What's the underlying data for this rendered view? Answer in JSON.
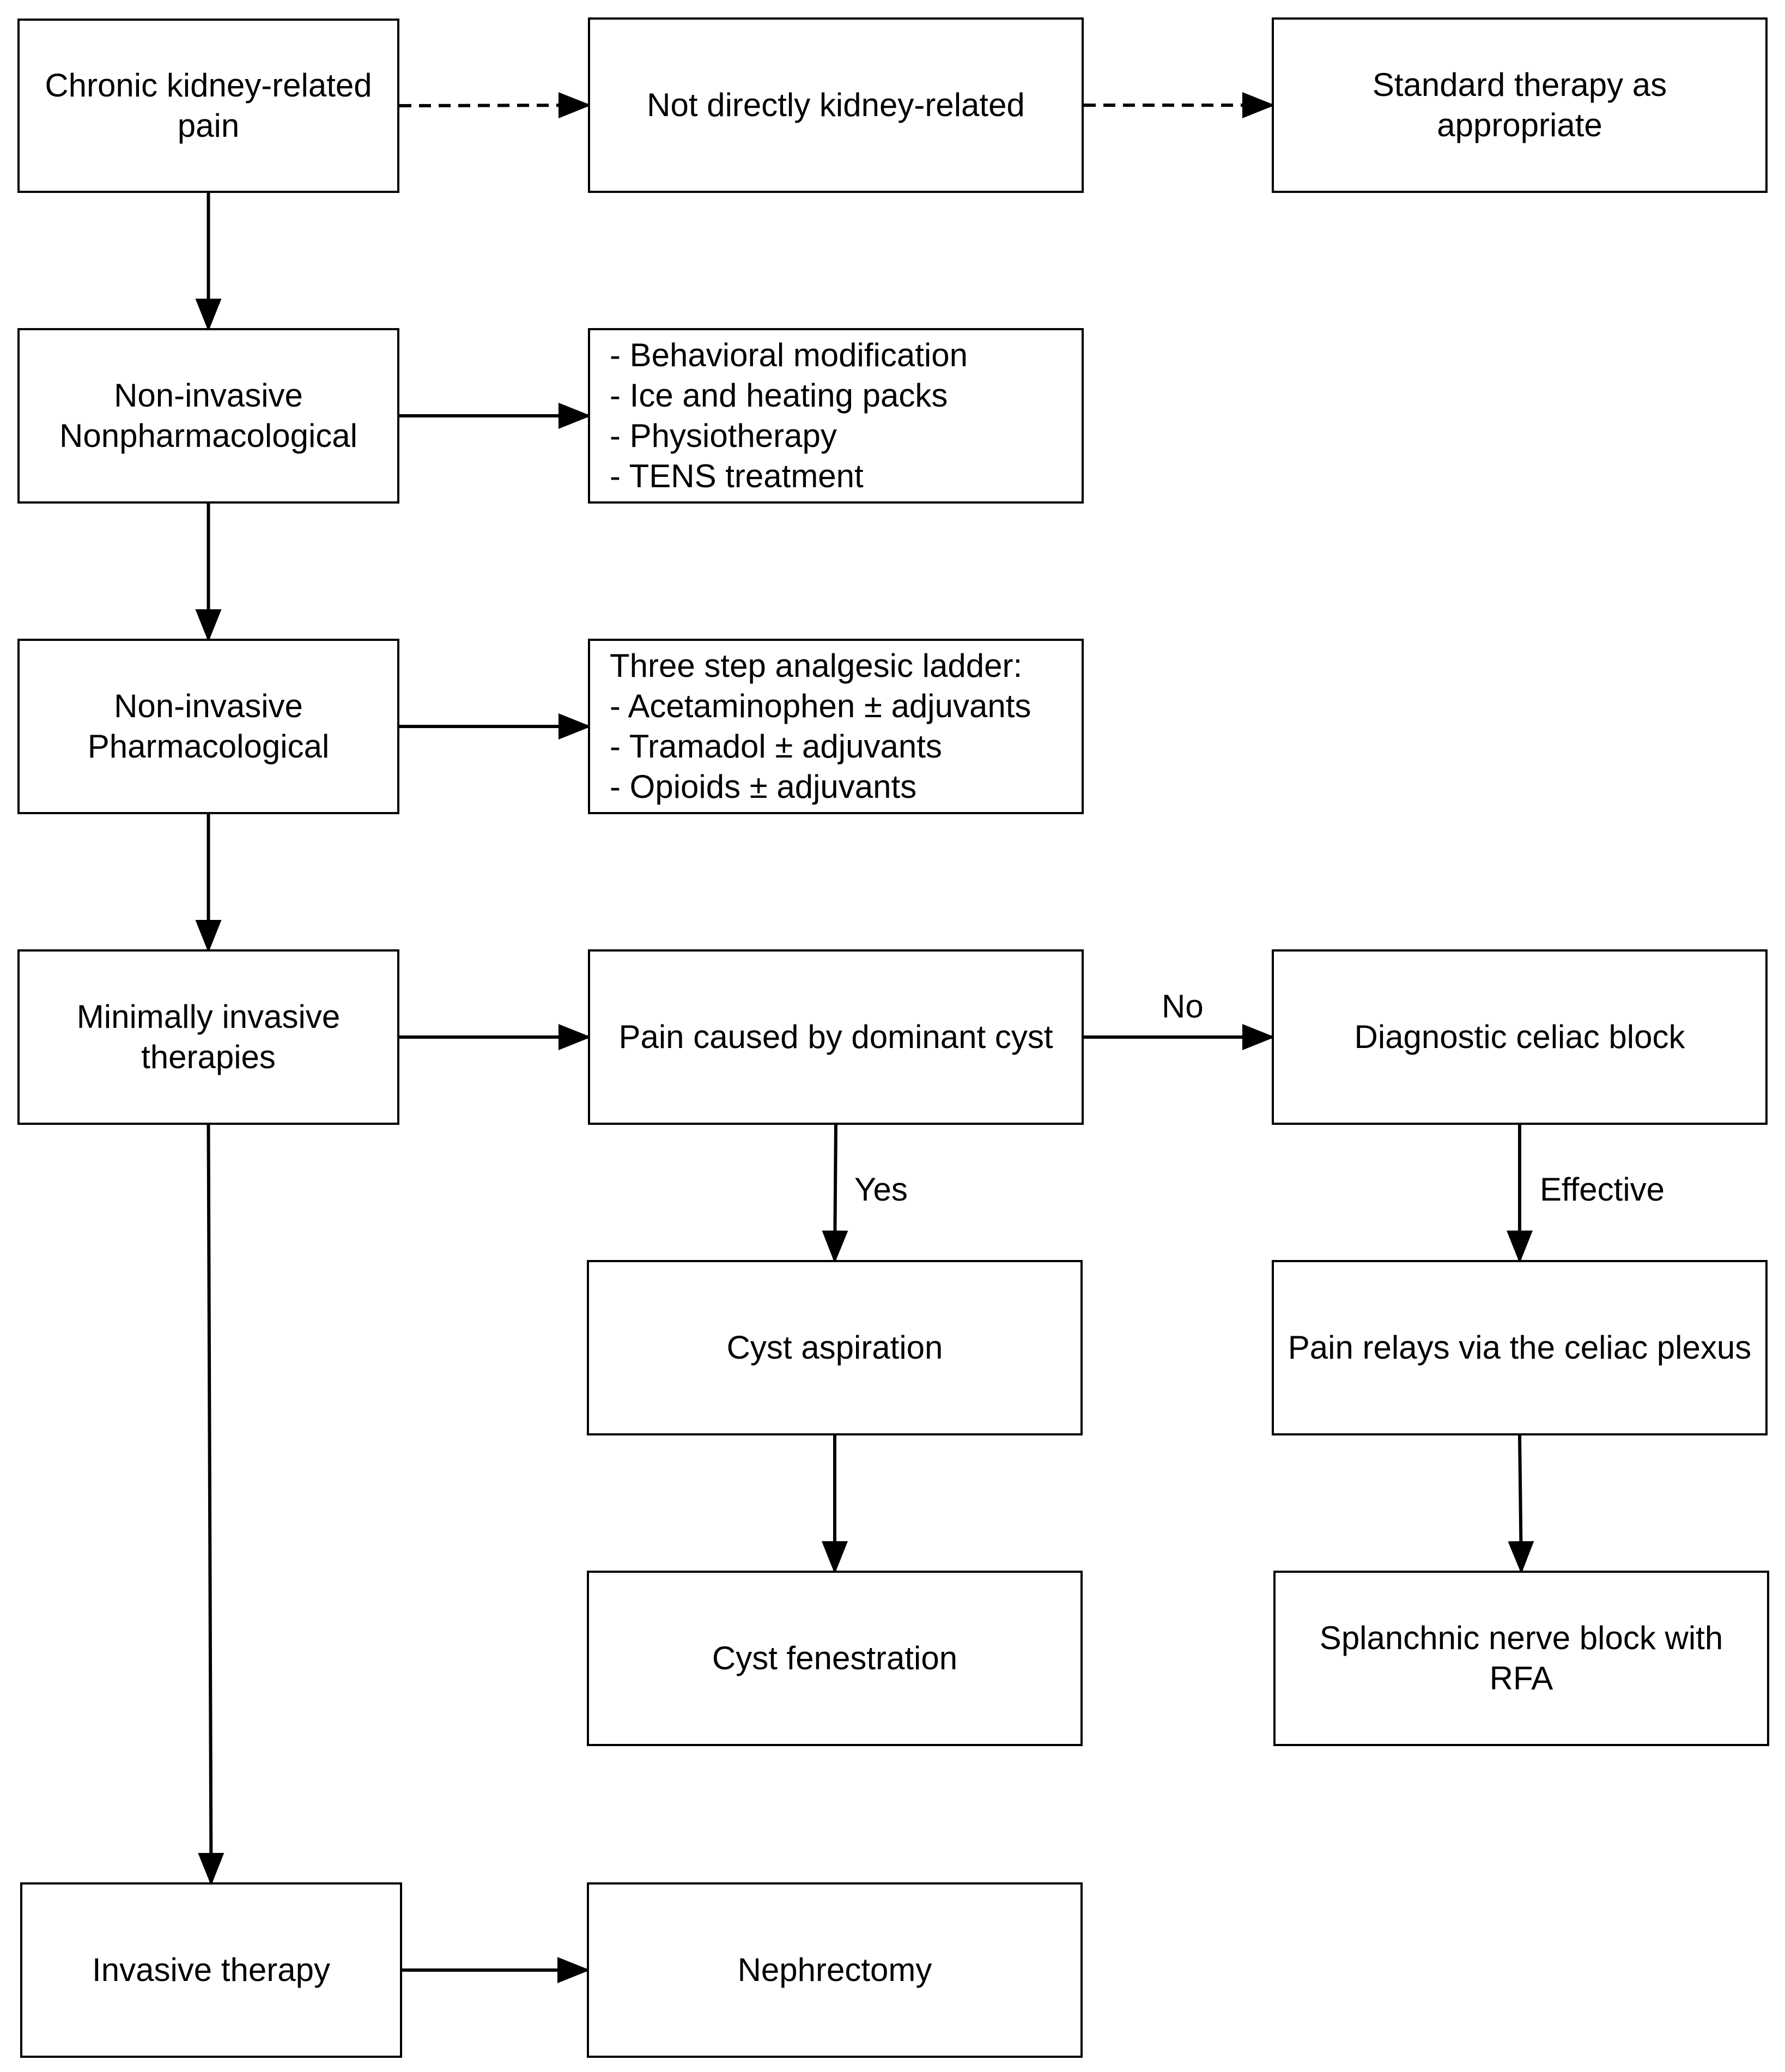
{
  "nodes": {
    "chronic": {
      "label": "Chronic kidney-related pain"
    },
    "not_kidney": {
      "label": "Not directly kidney-related"
    },
    "standard": {
      "label": "Standard therapy as appropriate"
    },
    "nonpharm": {
      "label": "Non-invasive Nonpharmacological"
    },
    "nonpharm_list": {
      "lines": [
        "- Behavioral modification",
        "- Ice and heating packs",
        "- Physiotherapy",
        "- TENS treatment"
      ]
    },
    "pharm": {
      "label": "Non-invasive Pharmacological"
    },
    "pharm_list": {
      "lines": [
        "Three step analgesic ladder:",
        "- Acetaminophen ± adjuvants",
        "- Tramadol ± adjuvants",
        "- Opioids ± adjuvants"
      ]
    },
    "minimally": {
      "label": "Minimally invasive therapies"
    },
    "dominant_cyst": {
      "label": "Pain caused by dominant cyst"
    },
    "celiac_block": {
      "label": "Diagnostic celiac block"
    },
    "aspiration": {
      "label": "Cyst aspiration"
    },
    "celiac_plexus": {
      "label": "Pain relays via the celiac plexus"
    },
    "fenestration": {
      "label": "Cyst fenestration"
    },
    "splanchnic": {
      "label": "Splanchnic nerve block with RFA"
    },
    "invasive": {
      "label": "Invasive therapy"
    },
    "nephrectomy": {
      "label": "Nephrectomy"
    }
  },
  "edges": [
    {
      "from": "chronic",
      "to": "not_kidney",
      "style": "dashed",
      "label": ""
    },
    {
      "from": "not_kidney",
      "to": "standard",
      "style": "dashed",
      "label": ""
    },
    {
      "from": "chronic",
      "to": "nonpharm",
      "style": "solid",
      "label": ""
    },
    {
      "from": "nonpharm",
      "to": "nonpharm_list",
      "style": "solid",
      "label": ""
    },
    {
      "from": "nonpharm",
      "to": "pharm",
      "style": "solid",
      "label": ""
    },
    {
      "from": "pharm",
      "to": "pharm_list",
      "style": "solid",
      "label": ""
    },
    {
      "from": "pharm",
      "to": "minimally",
      "style": "solid",
      "label": ""
    },
    {
      "from": "minimally",
      "to": "dominant_cyst",
      "style": "solid",
      "label": ""
    },
    {
      "from": "dominant_cyst",
      "to": "celiac_block",
      "style": "solid",
      "label": "No"
    },
    {
      "from": "dominant_cyst",
      "to": "aspiration",
      "style": "solid",
      "label": "Yes"
    },
    {
      "from": "celiac_block",
      "to": "celiac_plexus",
      "style": "solid",
      "label": "Effective"
    },
    {
      "from": "aspiration",
      "to": "fenestration",
      "style": "solid",
      "label": ""
    },
    {
      "from": "celiac_plexus",
      "to": "splanchnic",
      "style": "solid",
      "label": ""
    },
    {
      "from": "minimally",
      "to": "invasive",
      "style": "solid",
      "label": ""
    },
    {
      "from": "invasive",
      "to": "nephrectomy",
      "style": "solid",
      "label": ""
    }
  ]
}
